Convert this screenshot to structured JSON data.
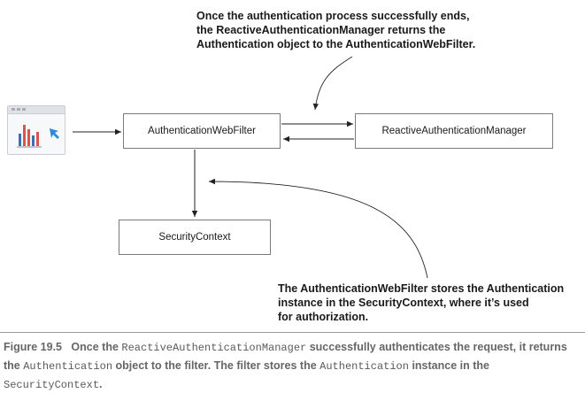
{
  "boxes": {
    "authentication_web_filter": "AuthenticationWebFilter",
    "reactive_authentication_manager": "ReactiveAuthenticationManager",
    "security_context": "SecurityContext"
  },
  "client_icon": "browser-window-with-bar-chart-and-cursor",
  "annotations": {
    "top": "Once the authentication process successfully ends,\nthe ReactiveAuthenticationManager returns the\nAuthentication object to the AuthenticationWebFilter.",
    "bottom": "The AuthenticationWebFilter stores the Authentication\ninstance in the SecurityContext, where it’s used\nfor authorization."
  },
  "caption": {
    "figure_label": "Figure 19.5",
    "part1": "Once the ",
    "code1": "ReactiveAuthenticationManager",
    "part2": " successfully authenticates the request, it returns the ",
    "code2": "Authentication",
    "part3": " object to the filter. The filter stores the ",
    "code3": "Authentication",
    "part4": " instance in the ",
    "code4": "SecurityContext",
    "part5": "."
  },
  "colors": {
    "arrow": "#222222",
    "box_border": "#7a7a7a",
    "caption_text": "#666666",
    "chart_red": "#d9534f",
    "chart_blue": "#3b6fb6",
    "cursor_blue": "#2e8bd8"
  }
}
